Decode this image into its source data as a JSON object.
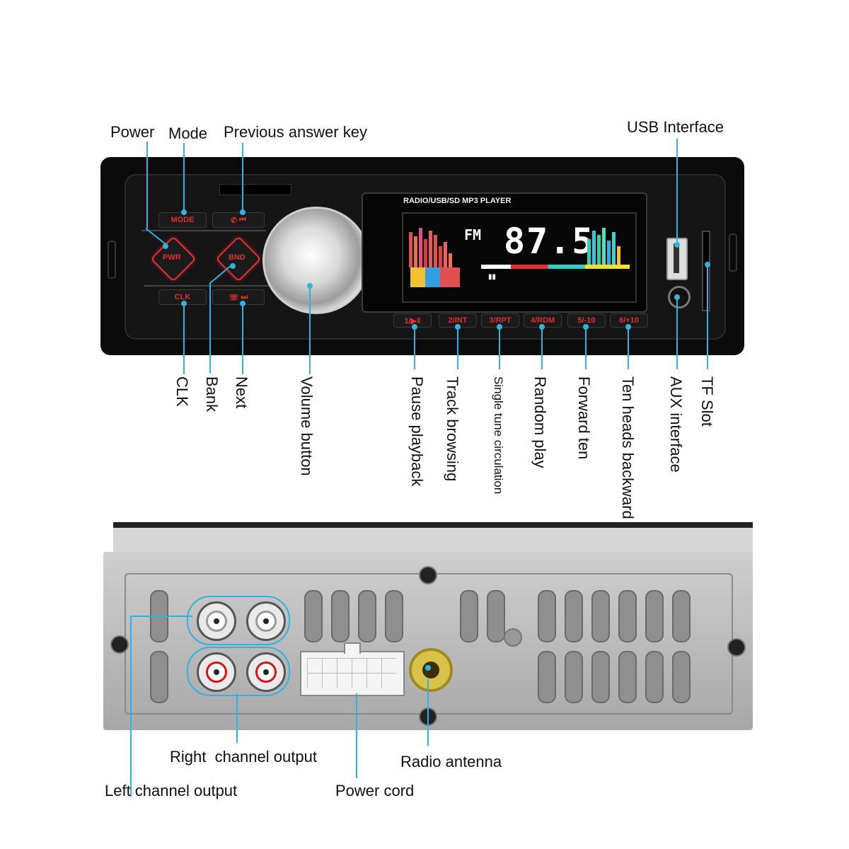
{
  "colors": {
    "accent_line": "#2fb3df",
    "button_red": "#e03030",
    "display_bg": "#070707"
  },
  "front_labels": {
    "power": "Power",
    "mode": "Mode",
    "previous": "Previous answer key",
    "usb_interface": "USB Interface",
    "clk": "CLK",
    "bank": "Bank",
    "next": "Next",
    "volume": "Volume button",
    "pause": "Pause playback",
    "track": "Track browsing",
    "single": "Single tune circulation",
    "random": "Random play",
    "forward": "Forward ten",
    "ten_back": "Ten heads backward",
    "aux": "AUX interface",
    "tf": "TF Slot"
  },
  "unit": {
    "display_title": "RADIO/USB/SD MP3 PLAYER",
    "band": "FM",
    "frequency": "87.5",
    "buttons": {
      "mode": "MODE",
      "pwr": "PWR",
      "bnd": "BND",
      "clk": "CLK",
      "b1": "1/▶‖",
      "b2": "2/INT",
      "b3": "3/RPT",
      "b4": "4/RDM",
      "b5": "5/-10",
      "b6": "6/+10"
    }
  },
  "back_labels": {
    "right_channel": "Right  channel output",
    "left_channel": "Left channel output",
    "radio_antenna": "Radio antenna",
    "power_cord": "Power cord"
  }
}
